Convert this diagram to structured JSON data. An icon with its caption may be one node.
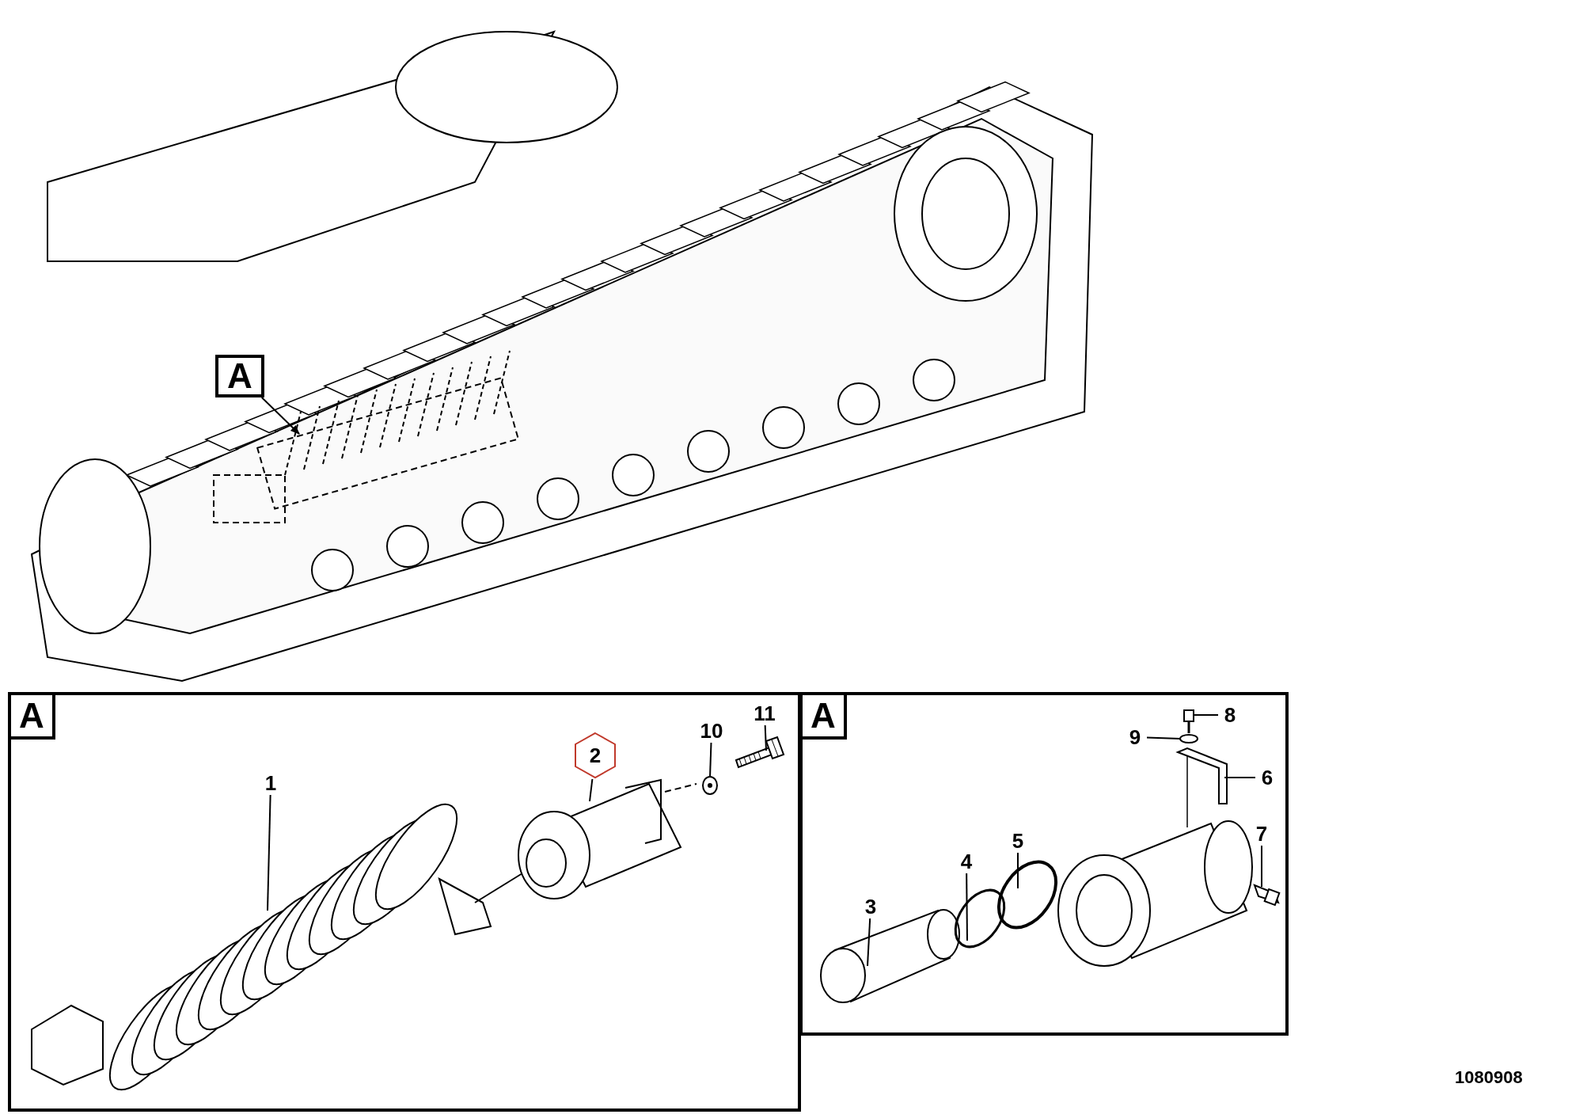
{
  "diagram": {
    "nodes": [
      {
        "text": [
          "A"
        ]
      },
      {
        "text": [],
        "shape": "picture"
      },
      {
        "text": [],
        "shape": "box"
      },
      {
        "text": [
          "1"
        ],
        "in": 2
      },
      {
        "text": [
          "2"
        ],
        "in": 2
      },
      {
        "text": [
          "10"
        ],
        "in": 2
      },
      {
        "text": [
          "11"
        ],
        "in": 2
      },
      {
        "text": [],
        "shape": "picture",
        "in": 2
      },
      {
        "text": [],
        "shape": "picture",
        "in": 2
      },
      {
        "text": [],
        "shape": "picture",
        "in": 2
      },
      {
        "text": [],
        "shape": "picture",
        "in": 2
      },
      {
        "text": [],
        "shape": "box"
      },
      {
        "text": [
          "3"
        ],
        "in": 11
      },
      {
        "text": [
          "4"
        ],
        "in": 11
      },
      {
        "text": [
          "5"
        ],
        "in": 11
      },
      {
        "text": [
          "6"
        ],
        "in": 11
      },
      {
        "text": [
          "7"
        ],
        "in": 11
      },
      {
        "text": [
          "8"
        ],
        "in": 11
      },
      {
        "text": [
          "9"
        ],
        "in": 11
      },
      {
        "text": [],
        "shape": "picture",
        "in": 11
      },
      {
        "text": [],
        "shape": "circle",
        "in": 11
      },
      {
        "text": [],
        "shape": "circle",
        "in": 11
      },
      {
        "text": [],
        "shape": "picture",
        "in": 11
      },
      {
        "text": [],
        "shape": "picture",
        "in": 11
      },
      {
        "text": [],
        "shape": "picture",
        "in": 11
      },
      {
        "text": [],
        "shape": "circle",
        "in": 11
      },
      {
        "text": [
          "A"
        ],
        "in": 2
      },
      {
        "text": [
          "A"
        ],
        "in": 11
      }
    ],
    "edges": [
      {
        "from": 0,
        "to": 1,
        "arrow": "to"
      },
      {
        "from": 3,
        "to": 7,
        "arrow": "none"
      },
      {
        "from": 4,
        "to": 8,
        "arrow": "none"
      },
      {
        "from": 5,
        "to": 9,
        "arrow": "none"
      },
      {
        "from": 6,
        "to": 10,
        "arrow": "none"
      },
      {
        "from": 12,
        "to": 19,
        "arrow": "none"
      },
      {
        "from": 13,
        "to": 20,
        "arrow": "none"
      },
      {
        "from": 14,
        "to": 21,
        "arrow": "none"
      },
      {
        "from": 15,
        "to": 22,
        "arrow": "none"
      },
      {
        "from": 16,
        "to": 23,
        "arrow": "none"
      },
      {
        "from": 17,
        "to": 24,
        "arrow": "none"
      },
      {
        "from": 18,
        "to": 25,
        "arrow": "none"
      }
    ],
    "labels": [
      "1080908"
    ]
  }
}
